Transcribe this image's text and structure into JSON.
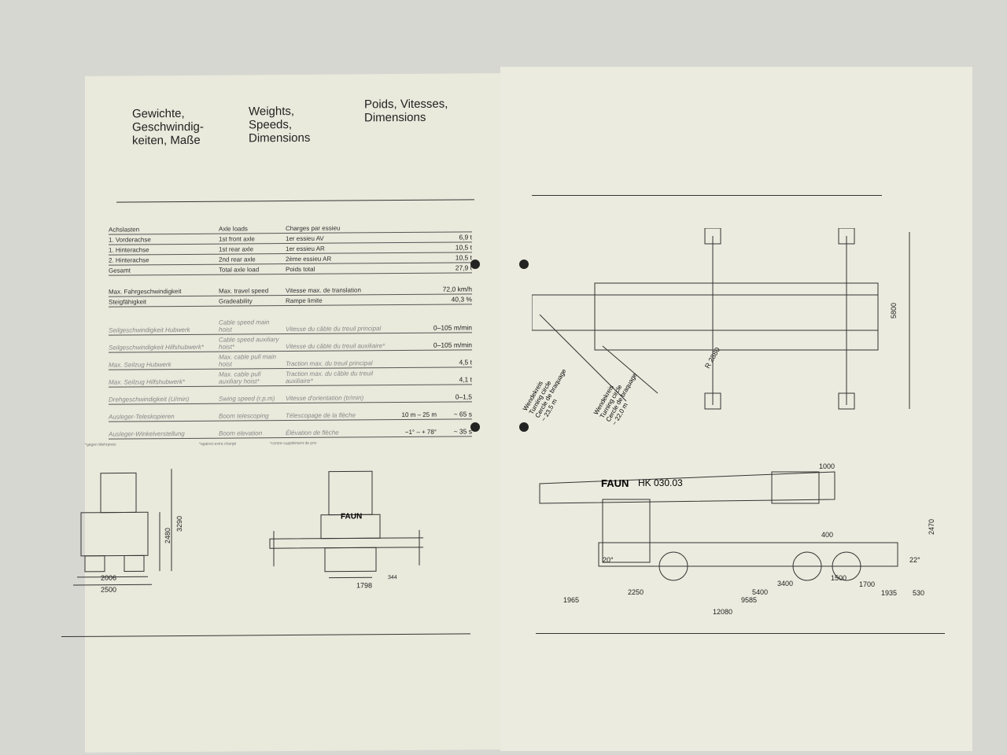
{
  "titles": {
    "de": "Gewichte, Geschwindig-keiten, Maße",
    "en": "Weights, Speeds, Dimensions",
    "fr": "Poids, Vitesses, Dimensions"
  },
  "axle": [
    {
      "de": "Achslasten",
      "en": "Axle loads",
      "fr": "Charges par essieu",
      "value": ""
    },
    {
      "de": "1. Vorderachse",
      "en": "1st front axle",
      "fr": "1er essieu AV",
      "value": "6,9 t"
    },
    {
      "de": "1. Hinterachse",
      "en": "1st rear axle",
      "fr": "1er essieu AR",
      "value": "10,5 t"
    },
    {
      "de": "2. Hinterachse",
      "en": "2nd rear axle",
      "fr": "2ème essieu AR",
      "value": "10,5 t"
    },
    {
      "de": "Gesamt",
      "en": "Total axle load",
      "fr": "Poids total",
      "value": "27,9 t"
    }
  ],
  "travel": [
    {
      "de": "Max. Fahrgeschwindigkeit",
      "en": "Max. travel speed",
      "fr": "Vitesse max. de translation",
      "value": "72,0 km/h"
    },
    {
      "de": "Steigfähigkeit",
      "en": "Gradeability",
      "fr": "Rampe limite",
      "value": "40,3 %"
    }
  ],
  "crane": [
    {
      "de": "Seilgeschwindigkeit Hubwerk",
      "en": "Cable speed main hoist",
      "fr": "Vitesse du câble du treuil principal",
      "value": "0–105 m/min"
    },
    {
      "de": "Seilgeschwindigkeit Hilfshubwerk*",
      "en": "Cable speed auxiliary hoist*",
      "fr": "Vitesse du câble du treuil auxiliaire*",
      "value": "0–105 m/min"
    },
    {
      "de": "Max. Seilzug Hubwerk",
      "en": "Max. cable pull main hoist",
      "fr": "Traction max. du treuil principal",
      "value": "4,5 t"
    },
    {
      "de": "Max. Seilzug Hilfshubwerk*",
      "en": "Max. cable pull auxiliary hoist*",
      "fr": "Traction max. du câble du treuil auxiliaire*",
      "value": "4,1 t"
    },
    {
      "de": "Drehgeschwindigkeit (U/min)",
      "en": "Swing speed (r.p.m)",
      "fr": "Vitesse d'orientation (tr/min)",
      "value": "0–1,5"
    },
    {
      "de": "Ausleger-Teleskopieren",
      "en": "Boom telescoping",
      "fr": "Télescopage de la flèche",
      "range": "10 m – 25 m",
      "value": "~ 65 s"
    },
    {
      "de": "Ausleger-Winkelverstellung",
      "en": "Boom elevation",
      "fr": "Élévation de flèche",
      "range": "−1° – + 78°",
      "value": "~ 35 s"
    }
  ],
  "footnotes": {
    "de": "*gegen Mehrpreis",
    "en": "*against extra charge",
    "fr": "*contre supplément de prix"
  },
  "front_view": {
    "d1": "2006",
    "d2": "2500",
    "h1": "2480",
    "h2": "3290"
  },
  "rear_view": {
    "logo": "FAUN",
    "d1": "1798",
    "d2": "344"
  },
  "top_view": {
    "r": "R 2880",
    "w": "5800",
    "turn1": [
      "Wendekreis",
      "Turning circle",
      "Cercle de braquage",
      "~ 23,5 m"
    ],
    "turn2": [
      "Wendekreis",
      "Turning circle",
      "Cercle de braquage",
      "~ 22,0 m"
    ]
  },
  "side_view": {
    "logo": "FAUN",
    "model": "HK 030.03",
    "dims": [
      "1000",
      "2470",
      "400",
      "20°",
      "22°",
      "2250",
      "5400",
      "3400",
      "1500",
      "1700",
      "1935",
      "530",
      "1965",
      "9585",
      "12080"
    ]
  }
}
